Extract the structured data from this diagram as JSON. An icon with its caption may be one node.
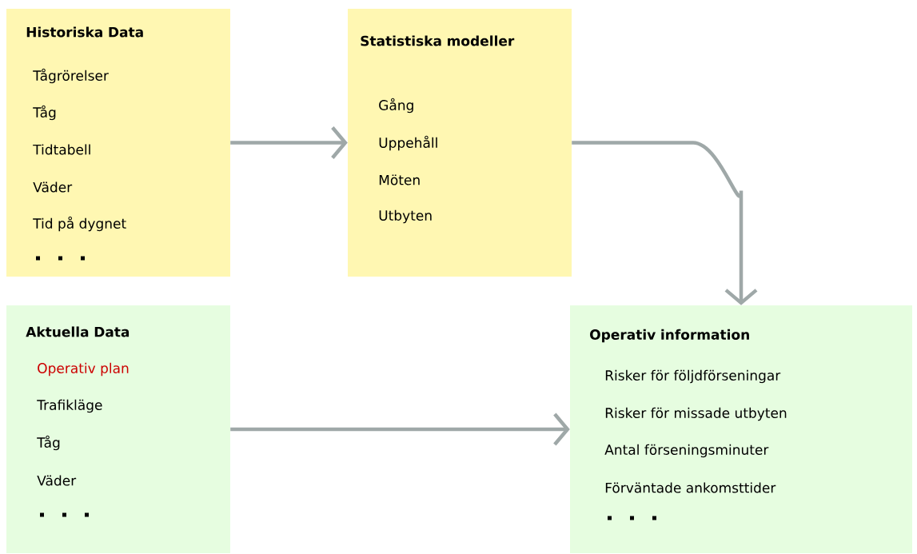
{
  "diagram": {
    "nodes": [
      {
        "text": [
          "Historiska Data",
          "Tågrörelser",
          "Tåg",
          "Tidtabell",
          "Väder",
          "Tid på dygnet"
        ]
      },
      {
        "text": [
          "Statistiska modeller",
          "Gång",
          "Uppehåll",
          "Möten",
          "Utbyten"
        ]
      },
      {
        "text": [
          "Aktuella Data",
          "Operativ plan",
          "Trafikläge",
          "Tåg",
          "Väder"
        ]
      },
      {
        "text": [
          "Operativ information",
          "Risker för följdförseningar",
          "Risker för missade utbyten",
          "Antal förseningsminuter",
          "Förväntade ankomsttider"
        ]
      }
    ],
    "edges": [
      {
        "from": 0,
        "to": 1,
        "arrow": "to"
      },
      {
        "from": 1,
        "to": 3,
        "arrow": "to"
      },
      {
        "from": 2,
        "to": 3,
        "arrow": "to"
      }
    ]
  }
}
